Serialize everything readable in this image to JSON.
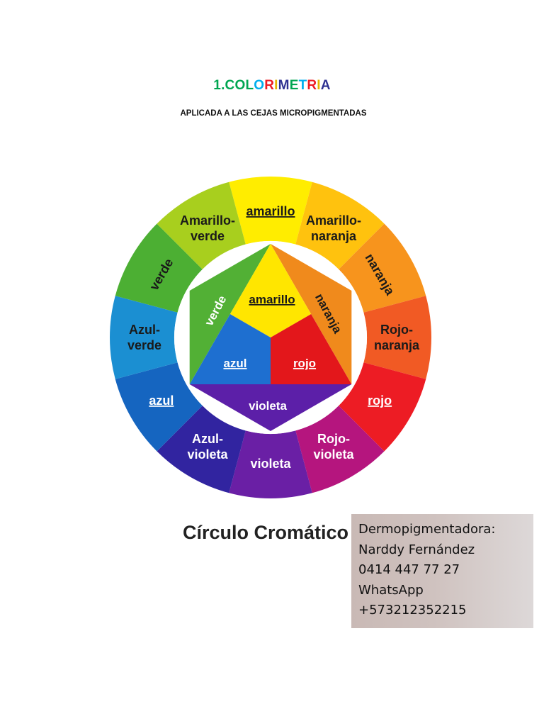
{
  "title": {
    "text": "1.COLORIMETRIA",
    "letters": [
      {
        "char": "1",
        "color": "#00a651"
      },
      {
        "char": ".",
        "color": "#00a651"
      },
      {
        "char": "C",
        "color": "#00a651"
      },
      {
        "char": "O",
        "color": "#00a651"
      },
      {
        "char": "L",
        "color": "#00a651"
      },
      {
        "char": "O",
        "color": "#00aeef"
      },
      {
        "char": "R",
        "color": "#ed1c24"
      },
      {
        "char": "I",
        "color": "#e4b300"
      },
      {
        "char": "M",
        "color": "#2e3192"
      },
      {
        "char": "E",
        "color": "#00a651"
      },
      {
        "char": "T",
        "color": "#00aeef"
      },
      {
        "char": "R",
        "color": "#ed1c24"
      },
      {
        "char": "I",
        "color": "#e4b300"
      },
      {
        "char": "A",
        "color": "#2e3192"
      }
    ]
  },
  "subtitle": "APLICADA A LAS CEJAS MICROPIGMENTADAS",
  "wheel": {
    "outer_segments": [
      {
        "label": "amarillo",
        "color": "#ffed00",
        "underline": true
      },
      {
        "label": "Amarillo-\nnaranja",
        "color": "#ffc20e"
      },
      {
        "label": "naranja",
        "color": "#f7941d"
      },
      {
        "label": "Rojo-\nnaranja",
        "color": "#f15a24"
      },
      {
        "label": "rojo",
        "color": "#ed1c24",
        "underline": true
      },
      {
        "label": "Rojo-\nvioleta",
        "color": "#b5157e"
      },
      {
        "label": "violeta",
        "color": "#6a1fa5"
      },
      {
        "label": "Azul-\nvioleta",
        "color": "#3124a0"
      },
      {
        "label": "azul",
        "color": "#1565c0",
        "underline": true
      },
      {
        "label": "Azul-\nverde",
        "color": "#1b8fd2"
      },
      {
        "label": "verde",
        "color": "#4caf33"
      },
      {
        "label": "Amarillo-\nverde",
        "color": "#a8cf1e"
      }
    ],
    "inner": {
      "primary": [
        {
          "label": "amarillo",
          "color": "#ffe600",
          "underline": true
        },
        {
          "label": "rojo",
          "color": "#e3171b",
          "underline": true
        },
        {
          "label": "azul",
          "color": "#1e6fd0",
          "underline": true
        }
      ],
      "secondary": [
        {
          "label": "naranja",
          "color": "#f08a1c"
        },
        {
          "label": "violeta",
          "color": "#5c1fa8"
        },
        {
          "label": "verde",
          "color": "#52b035"
        }
      ]
    }
  },
  "caption": "Círculo Cromático",
  "contact": {
    "lines": [
      "Dermopigmentadora:",
      "Narddy Fernández",
      "0414 447 77 27",
      "WhatsApp",
      "+573212352215"
    ]
  }
}
